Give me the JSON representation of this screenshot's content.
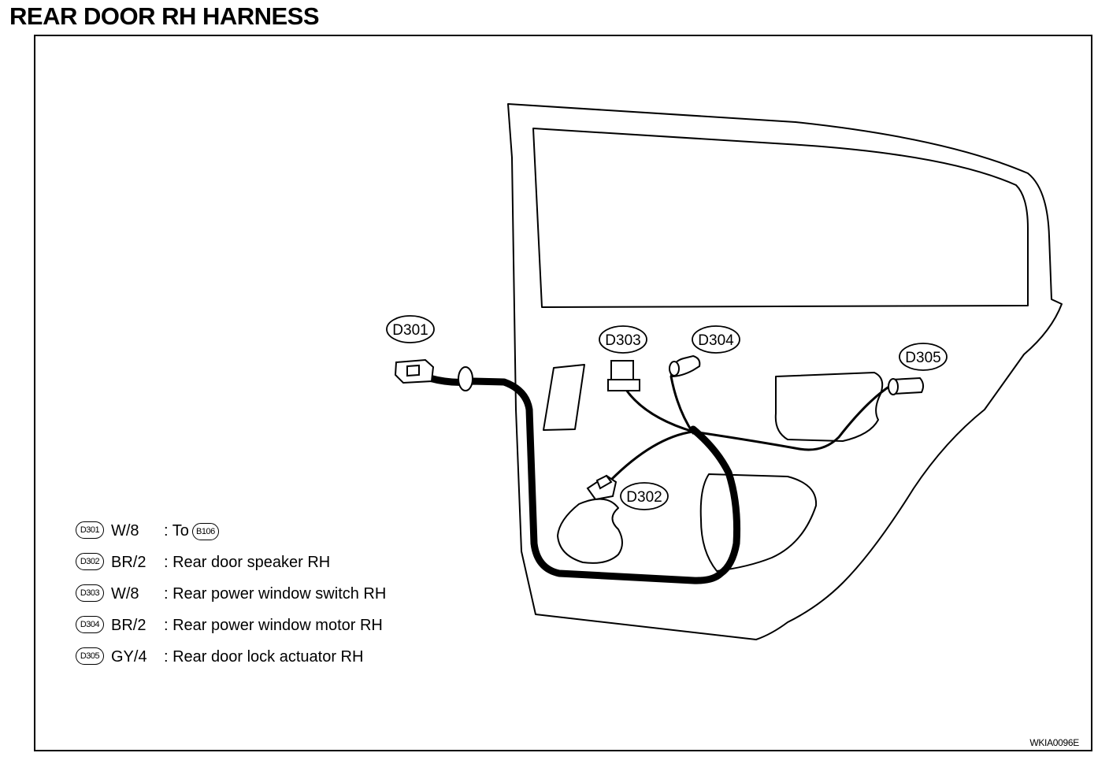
{
  "title": "REAR DOOR RH HARNESS",
  "callouts": {
    "d301": "D301",
    "d302": "D302",
    "d303": "D303",
    "d304": "D304",
    "d305": "D305"
  },
  "legend": [
    {
      "code": "D301",
      "wire": "W/8",
      "description": ": To",
      "ref": "B106"
    },
    {
      "code": "D302",
      "wire": "BR/2",
      "description": ": Rear door speaker RH"
    },
    {
      "code": "D303",
      "wire": "W/8",
      "description": ": Rear power window switch RH"
    },
    {
      "code": "D304",
      "wire": "BR/2",
      "description": ": Rear power window motor RH"
    },
    {
      "code": "D305",
      "wire": "GY/4",
      "description": ": Rear door lock actuator RH"
    }
  ],
  "ref_code": "WKIA0096E",
  "colors": {
    "line": "#000000",
    "background": "#ffffff"
  },
  "icons": [
    "connector-icon",
    "grommet-icon"
  ]
}
